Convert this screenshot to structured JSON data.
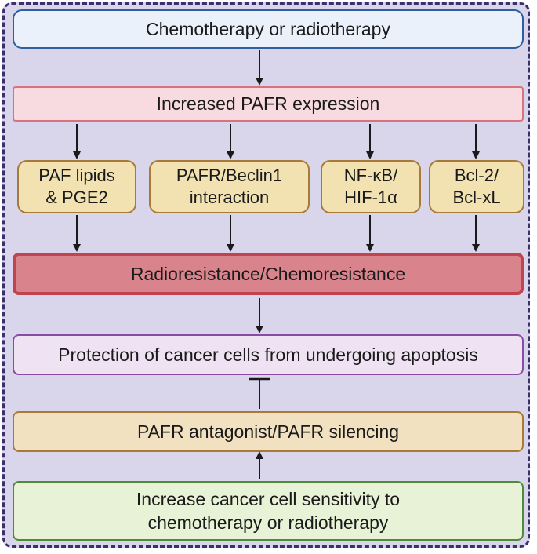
{
  "diagram": {
    "top": "Chemotherapy or radiotherapy",
    "pafr_expression": "Increased PAFR expression",
    "mechanisms": [
      "PAF lipids\n& PGE2",
      "PAFR/Beclin1\ninteraction",
      "NF-κB/\nHIF-1α",
      "Bcl-2/\nBcl-xL"
    ],
    "resistance": "Radioresistance/Chemoresistance",
    "protection": "Protection of cancer cells from undergoing apoptosis",
    "antagonist": "PAFR antagonist/PAFR silencing",
    "outcome": "Increase cancer cell sensitivity to\nchemotherapy or radiotherapy"
  },
  "colors": {
    "frame_border": "#3b2f6e",
    "frame_fill": "#d9d6ec",
    "resistance_fill": "#d9848c",
    "resistance_border": "#c0434f"
  }
}
